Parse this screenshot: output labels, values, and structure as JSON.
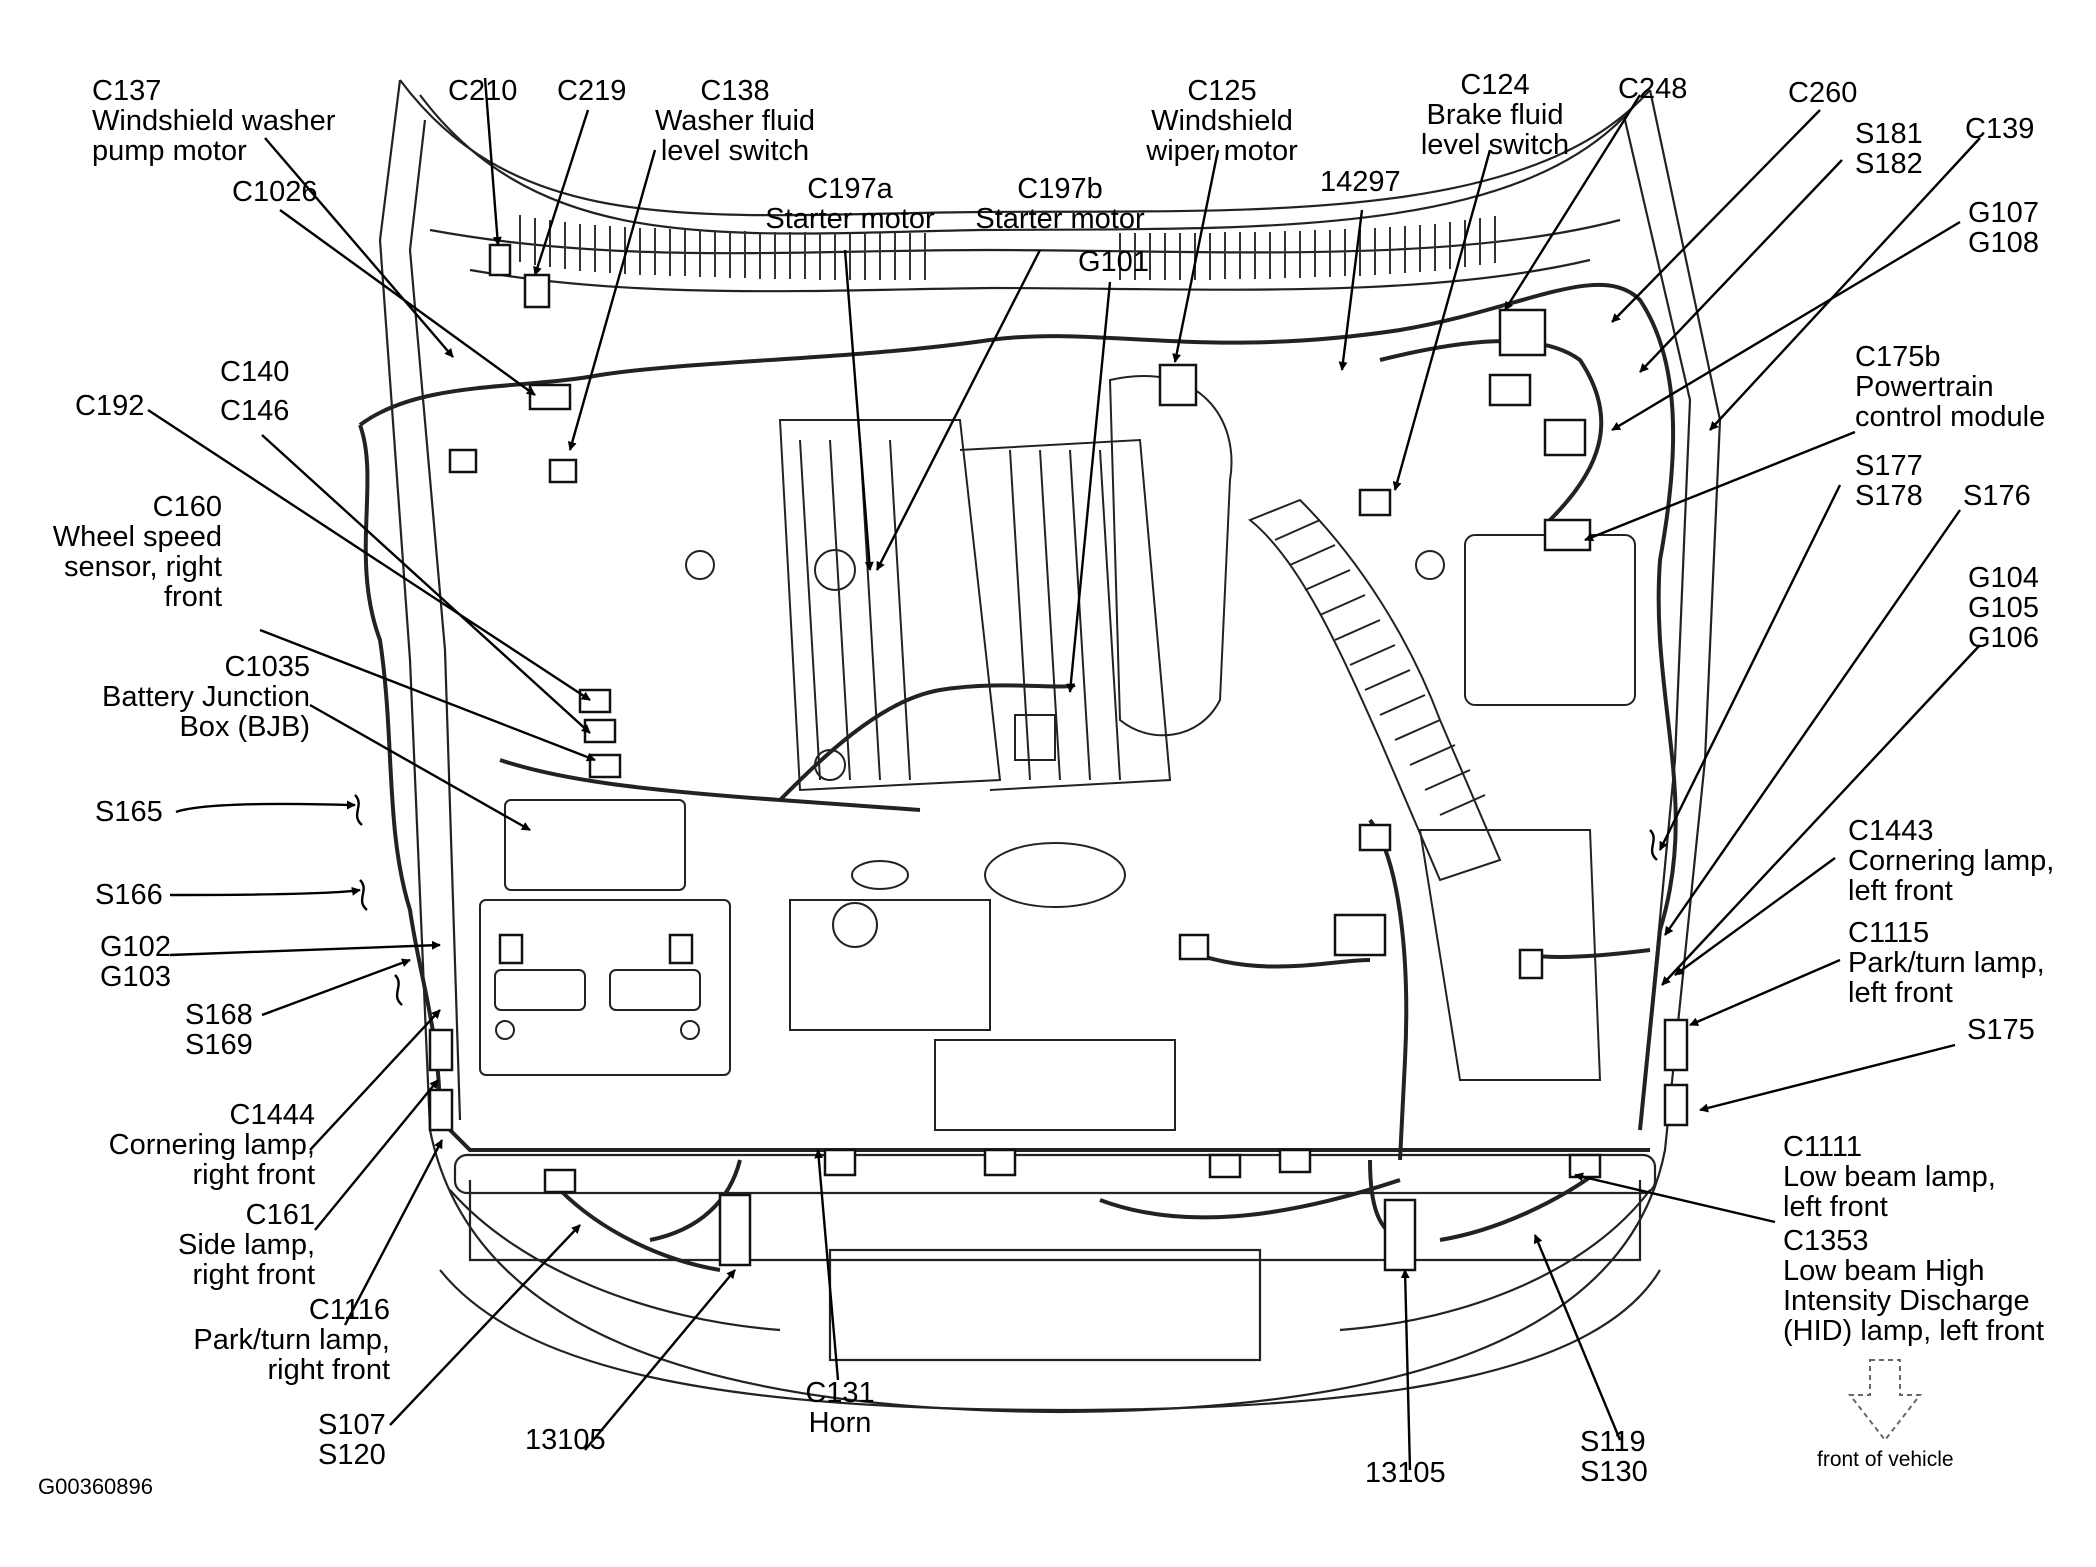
{
  "image_id": "G00360896",
  "front_of_vehicle": "front of vehicle",
  "labels": {
    "c137": [
      "C137",
      "Windshield washer",
      "pump motor"
    ],
    "c210": [
      "C210"
    ],
    "c219": [
      "C219"
    ],
    "c138": [
      "C138",
      "Washer fluid",
      "level switch"
    ],
    "c125": [
      "C125",
      "Windshield",
      "wiper motor"
    ],
    "c124": [
      "C124",
      "Brake fluid",
      "level switch"
    ],
    "c248": [
      "C248"
    ],
    "c260": [
      "C260"
    ],
    "s181": [
      "S181",
      "S182"
    ],
    "c139": [
      "C139"
    ],
    "g107": [
      "G107",
      "G108"
    ],
    "c1026": [
      "C1026"
    ],
    "c197a": [
      "C197a",
      "Starter motor"
    ],
    "c197b": [
      "C197b",
      "Starter motor"
    ],
    "n14297": [
      "14297"
    ],
    "g101": [
      "G101"
    ],
    "c140": [
      "C140"
    ],
    "c146": [
      "C146"
    ],
    "c192": [
      "C192"
    ],
    "c175b": [
      "C175b",
      "Powertrain",
      "control module"
    ],
    "s177": [
      "S177",
      "S178"
    ],
    "s176": [
      "S176"
    ],
    "c160": [
      "C160",
      "Wheel speed",
      "sensor, right",
      "front"
    ],
    "g104": [
      "G104",
      "G105",
      "G106"
    ],
    "c1035": [
      "C1035",
      "Battery Junction",
      "Box (BJB)"
    ],
    "s165": [
      "S165"
    ],
    "c1443": [
      "C1443",
      "Cornering lamp,",
      "left front"
    ],
    "s166": [
      "S166"
    ],
    "c1115": [
      "C1115",
      "Park/turn lamp,",
      "left front"
    ],
    "g102": [
      "G102",
      "G103"
    ],
    "s168": [
      "S168",
      "S169"
    ],
    "s175": [
      "S175"
    ],
    "c1444": [
      "C1444",
      "Cornering lamp,",
      "right front"
    ],
    "c161": [
      "C161",
      "Side lamp,",
      "right front"
    ],
    "c1111": [
      "C1111",
      "Low beam lamp,",
      "left front"
    ],
    "c1353": [
      "C1353",
      "Low beam High",
      "Intensity Discharge",
      "(HID) lamp, left front"
    ],
    "c1116": [
      "C1116",
      "Park/turn lamp,",
      "right front"
    ],
    "s107": [
      "S107",
      "S120"
    ],
    "n13105a": [
      "13105"
    ],
    "c131": [
      "C131",
      "Horn"
    ],
    "n13105b": [
      "13105"
    ],
    "s119": [
      "S119",
      "S130"
    ]
  }
}
